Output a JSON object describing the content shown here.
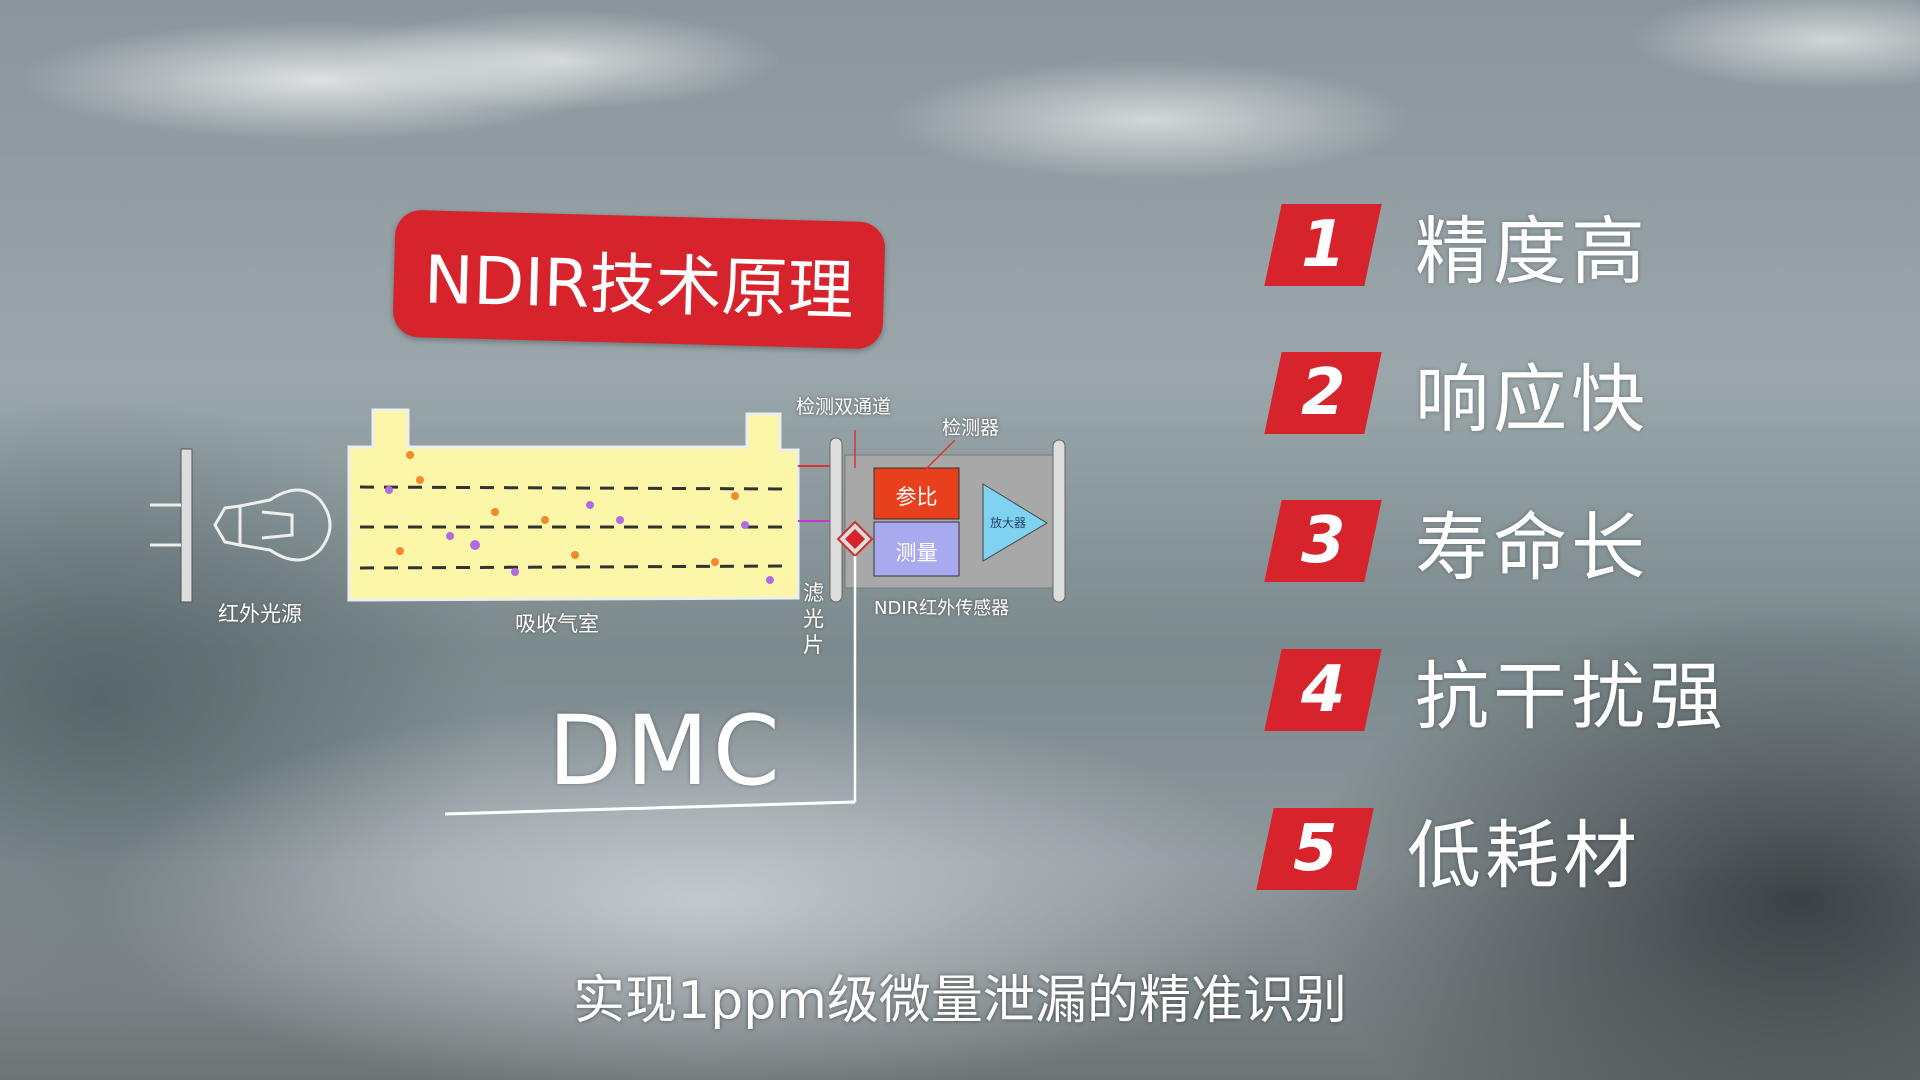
{
  "title": "NDIR技术原理",
  "diagram": {
    "light_source": "红外光源",
    "chamber": "吸收气室",
    "filter": "滤光片",
    "dual_channel": "检测双通道",
    "detector": "检测器",
    "reference": "参比",
    "measure": "测量",
    "amplifier": "放大器",
    "sensor": "NDIR红外传感器",
    "product": "DMC"
  },
  "features": [
    {
      "num": "1",
      "label": "精度高"
    },
    {
      "num": "2",
      "label": "响应快"
    },
    {
      "num": "3",
      "label": "寿命长"
    },
    {
      "num": "4",
      "label": "抗干扰强"
    },
    {
      "num": "5",
      "label": "低耗材"
    }
  ],
  "subtitle": "实现1ppm级微量泄漏的精准识别",
  "colors": {
    "accent": "#d7232c",
    "chamber": "#fbf6a8",
    "reference": "#e8401c",
    "measure": "#a9a9f0",
    "amplifier": "#7fd3f0"
  }
}
